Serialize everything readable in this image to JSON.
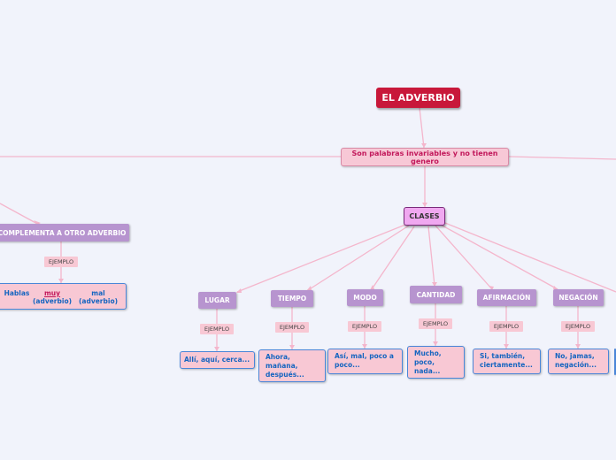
{
  "map": {
    "root": "EL ADVERBIO",
    "definition": "Son palabras invariables y no tienen genero",
    "clases": "CLASES",
    "complementa": "COMPLEMENTA A OTRO ADVERBIO",
    "ejemplo_label": "EJEMPLO",
    "complementa_example": {
      "w1": "Hablas",
      "w2": "muy",
      "w2_sub": "(adverbio)",
      "w3": "mal",
      "w3_sub": "(adverbio)"
    },
    "categories": [
      {
        "label": "LUGAR",
        "example_lines": [
          "Allí, aquí, cerca..."
        ]
      },
      {
        "label": "TIEMPO",
        "example_lines": [
          "Ahora,",
          "mañana,",
          "después..."
        ]
      },
      {
        "label": "MODO",
        "example_lines": [
          "Así, mal, poco a",
          "poco..."
        ]
      },
      {
        "label": "CANTIDAD",
        "example_lines": [
          "Mucho,",
          "poco,",
          "nada..."
        ]
      },
      {
        "label": "AFIRMACIÓN",
        "example_lines": [
          "Si, también,",
          "ciertamente..."
        ]
      },
      {
        "label": "NEGACIÓN",
        "example_lines": [
          "No, jamas,",
          "negación..."
        ]
      }
    ]
  },
  "colors": {
    "background": "#f1f3fb",
    "line": "#f4b6cc",
    "root_fill": "#c8183a",
    "category_fill": "#b794cf",
    "clases_fill": "#f0a8f0",
    "example_text": "#1565c0",
    "definition_text": "#c2185b"
  }
}
